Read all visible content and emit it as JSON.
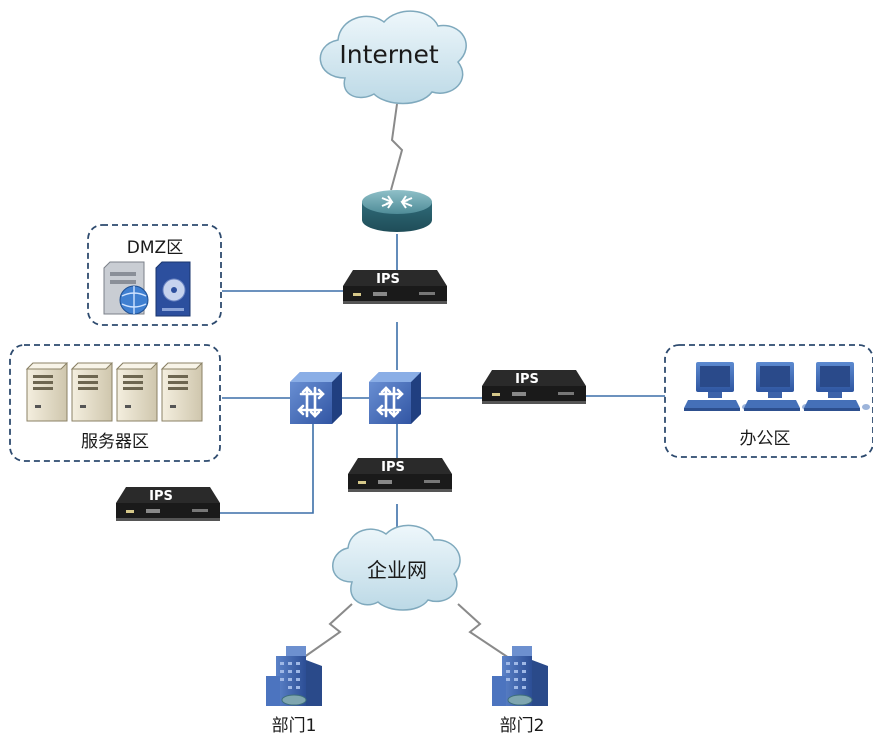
{
  "nodes": {
    "internet": "Internet",
    "dmz_zone": "DMZ区",
    "server_zone": "服务器区",
    "office_zone": "办公区",
    "enterprise_net": "企业网",
    "dept1": "部门1",
    "dept2": "部门2"
  },
  "devices": {
    "ips_label": "IPS"
  },
  "colors": {
    "link": "#3c6fa8",
    "zone_border": "#2d4a6e",
    "cloud_fill": "#cfe4ee",
    "switch_fill": "#3e68b8",
    "ips_body": "#1e1e1e",
    "building": "#3a63b0"
  }
}
